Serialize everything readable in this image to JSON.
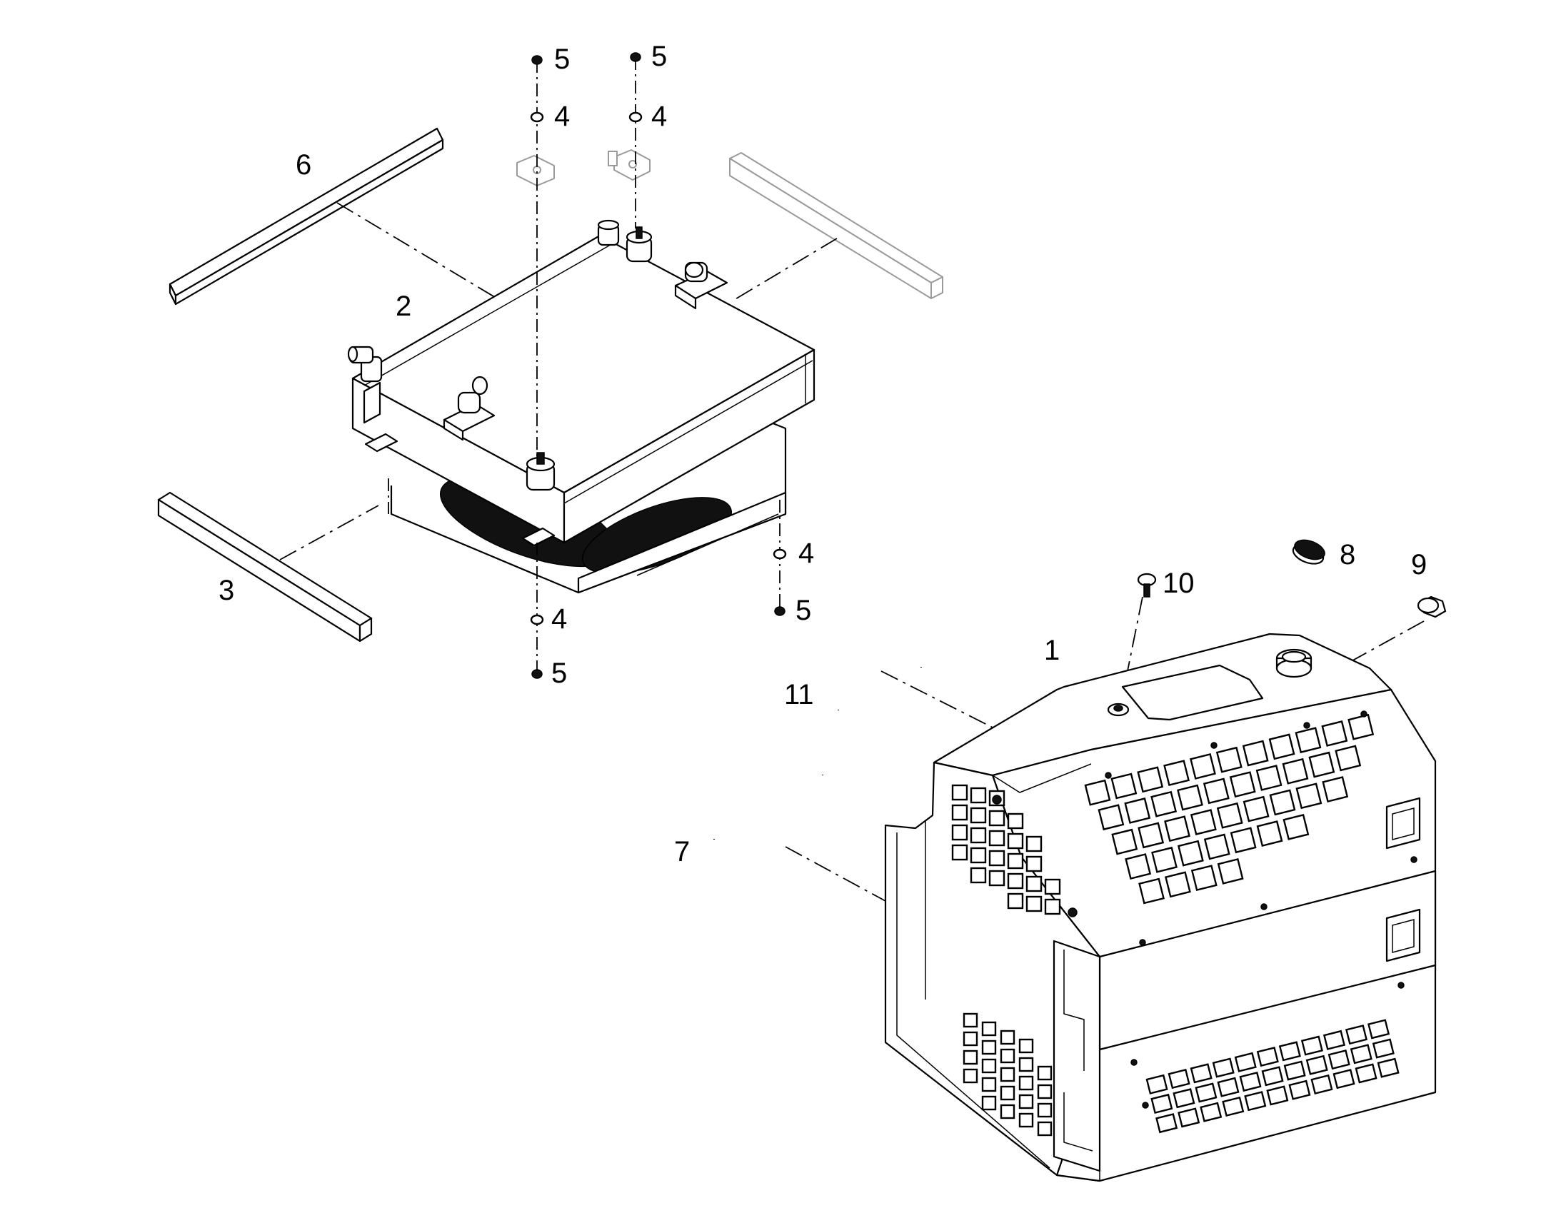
{
  "callouts": {
    "c1": "1",
    "c2": "2",
    "c3": "3",
    "c4a": "4",
    "c4b": "4",
    "c4c": "4",
    "c4d": "4",
    "c5a": "5",
    "c5b": "5",
    "c5c": "5",
    "c5d": "5",
    "c6": "6",
    "c7": "7",
    "c8": "8",
    "c9": "9",
    "c10": "10",
    "c11": "11"
  }
}
